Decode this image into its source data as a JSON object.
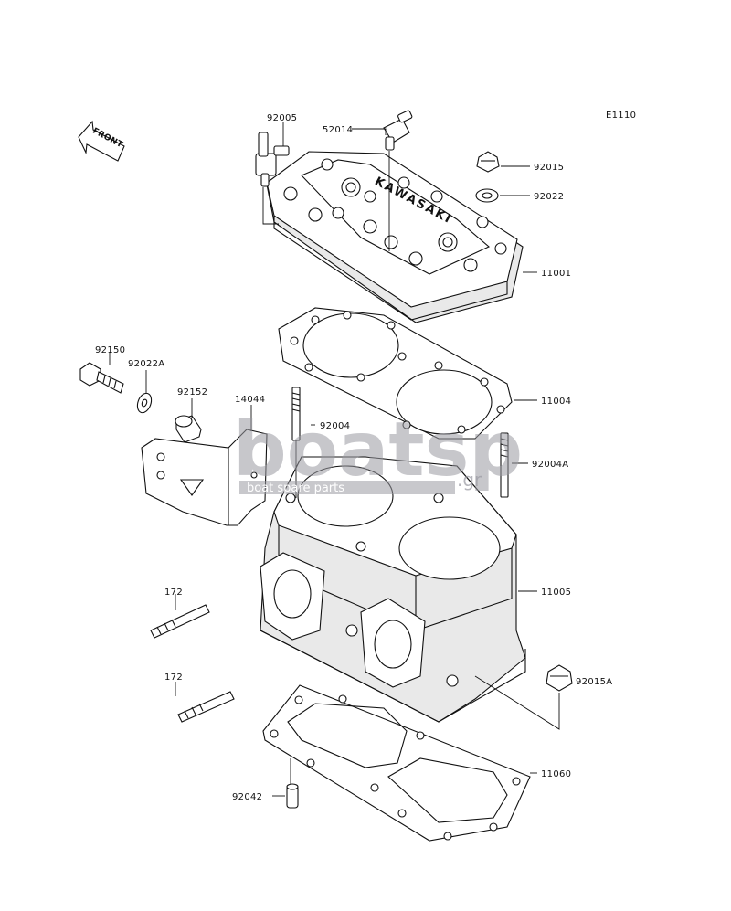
{
  "diagram": {
    "code": "E1110",
    "front_label": "FRONT",
    "head_marking": "KAWASAKI",
    "parts": [
      {
        "id": "92005"
      },
      {
        "id": "52014"
      },
      {
        "id": "92015"
      },
      {
        "id": "92022"
      },
      {
        "id": "11001"
      },
      {
        "id": "11004"
      },
      {
        "id": "92150"
      },
      {
        "id": "92022A"
      },
      {
        "id": "92152"
      },
      {
        "id": "14044"
      },
      {
        "id": "92004"
      },
      {
        "id": "92004A"
      },
      {
        "id": "11005"
      },
      {
        "id": "172"
      },
      {
        "id": "172"
      },
      {
        "id": "92015A"
      },
      {
        "id": "11060"
      },
      {
        "id": "92042"
      }
    ]
  },
  "watermark": {
    "logo_text": "boatsp",
    "domain_suffix": ".gr",
    "tagline": "boat spare parts"
  }
}
